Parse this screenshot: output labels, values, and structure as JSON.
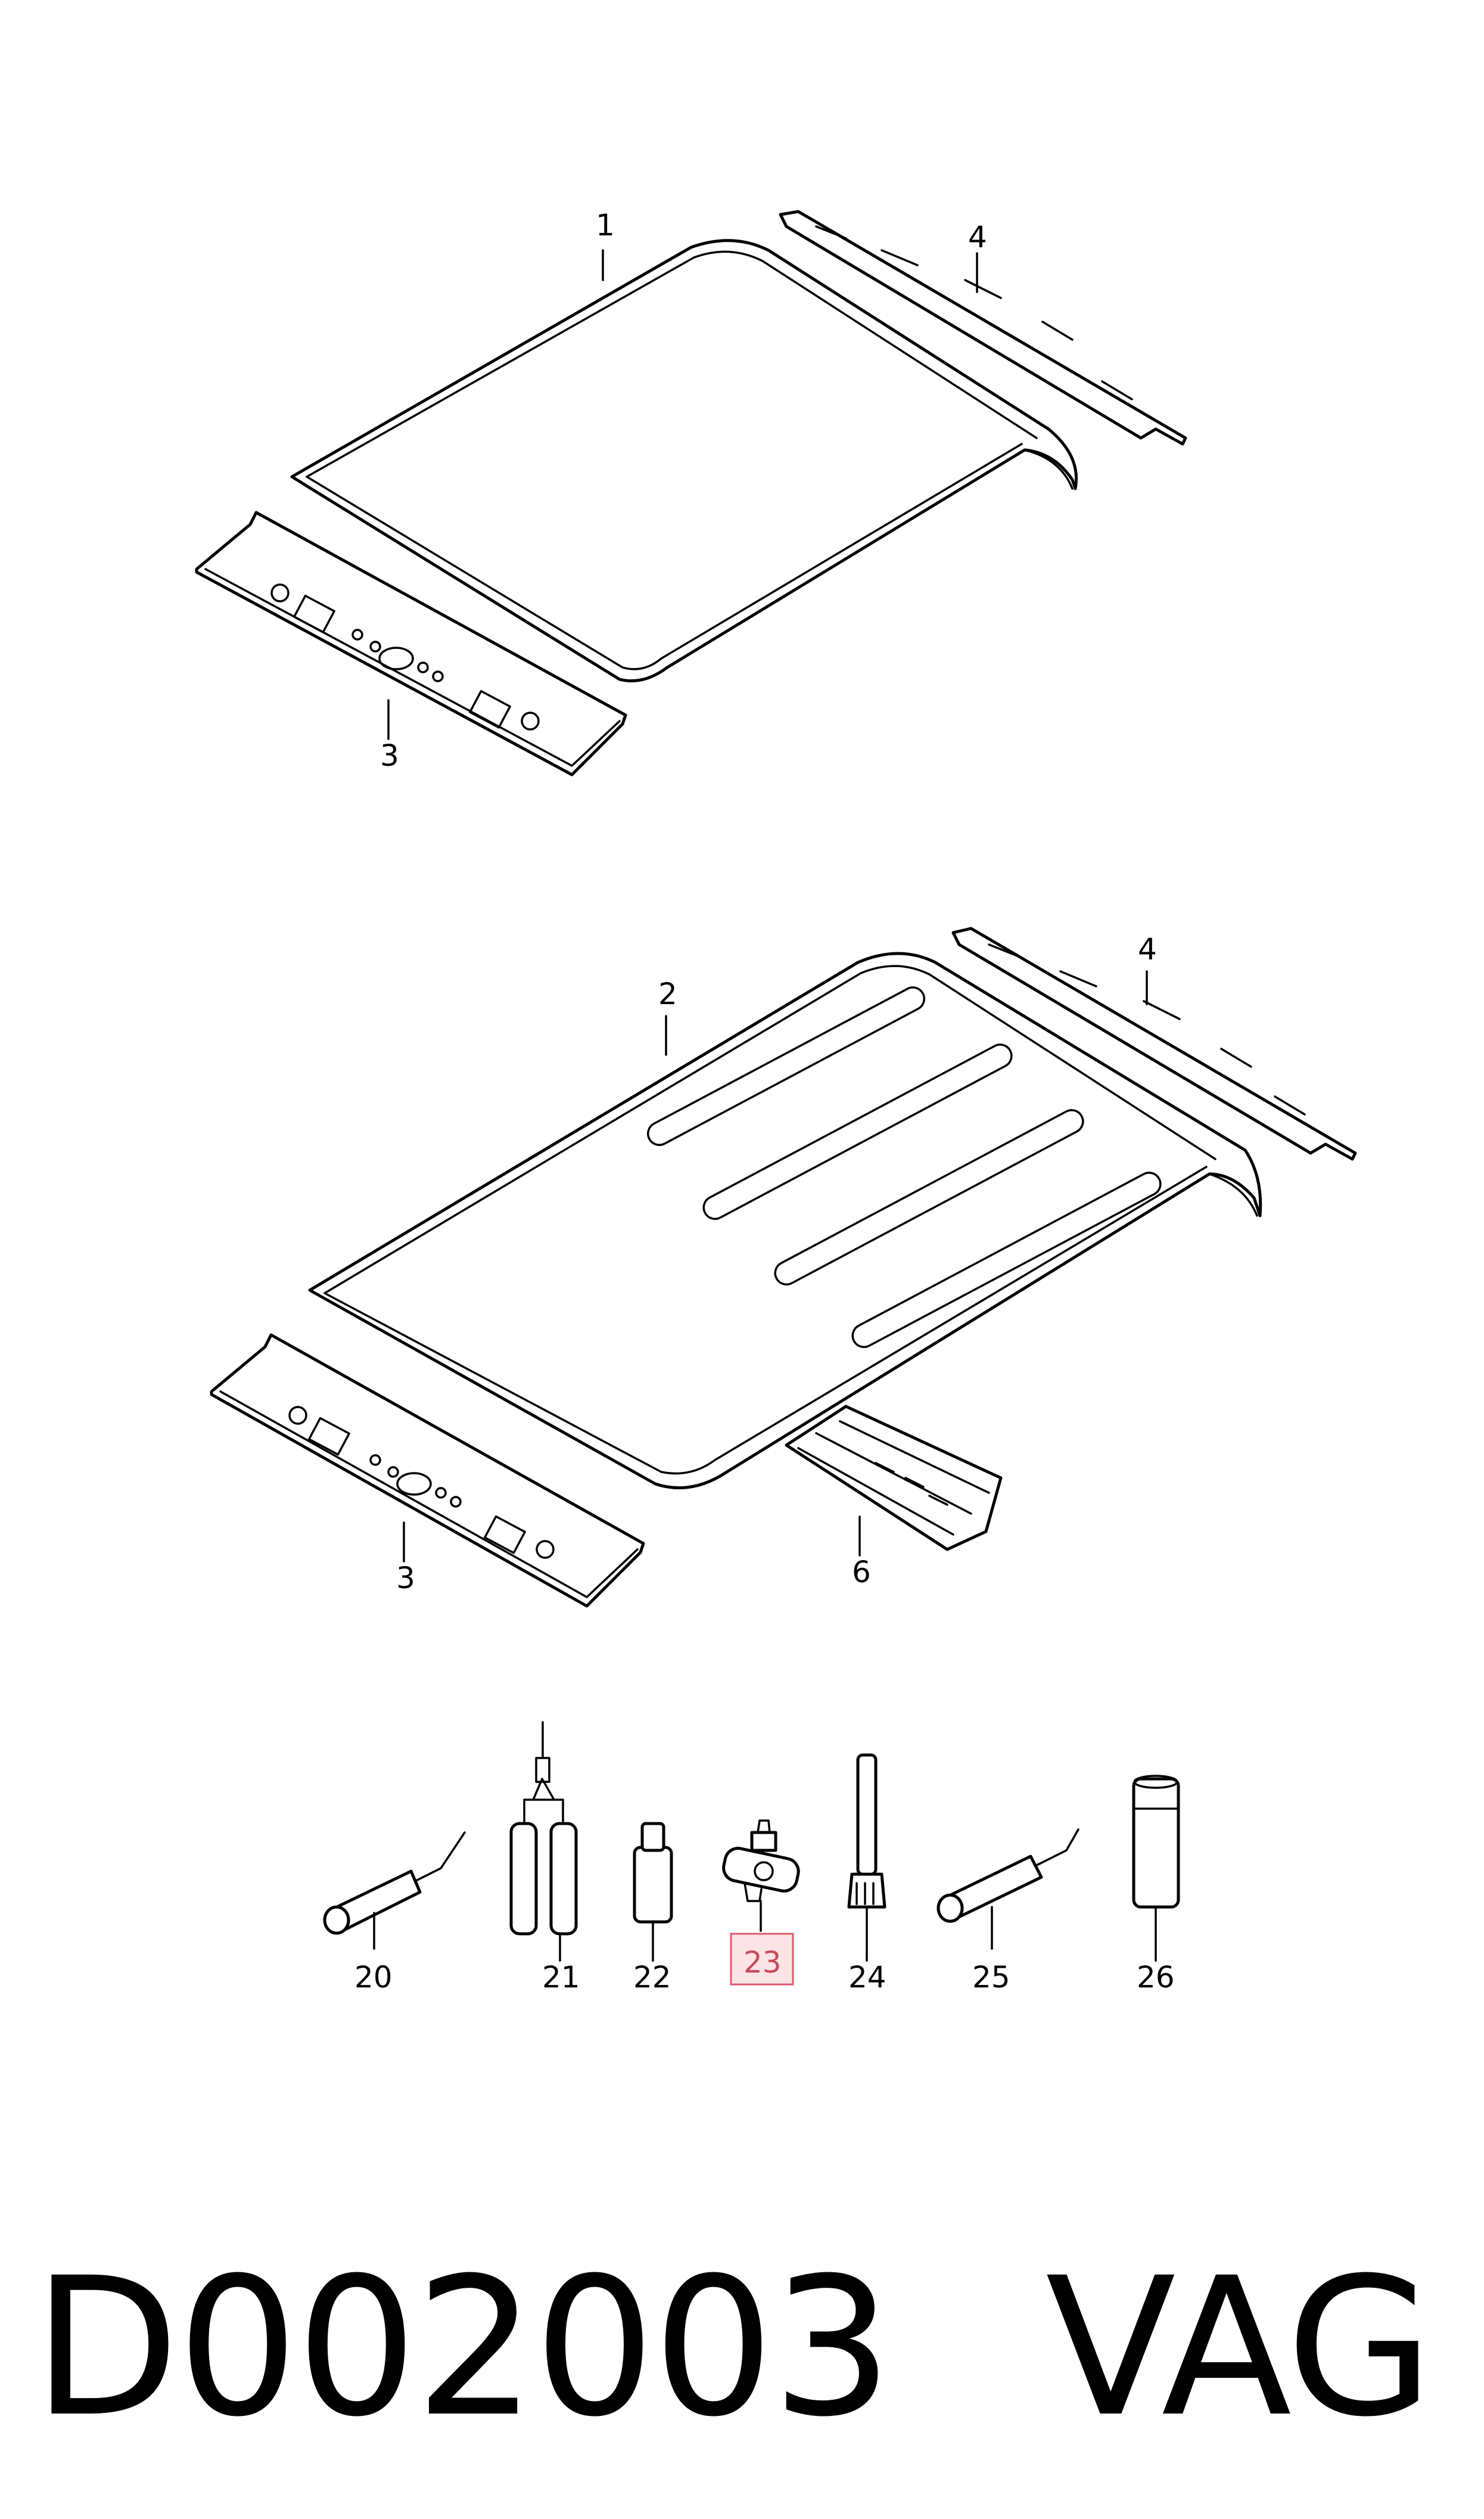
{
  "diagram": {
    "callouts": {
      "c1": "1",
      "c2": "2",
      "c3a": "3",
      "c3b": "3",
      "c4a": "4",
      "c4b": "4",
      "c6": "6",
      "c20": "20",
      "c21": "21",
      "c22": "22",
      "c23": "23",
      "c24": "24",
      "c25": "25",
      "c26": "26"
    },
    "highlighted_callout": "23",
    "highlight_color": "#e05a6c"
  },
  "caption": {
    "code": "D002003",
    "brand": "VAG"
  }
}
